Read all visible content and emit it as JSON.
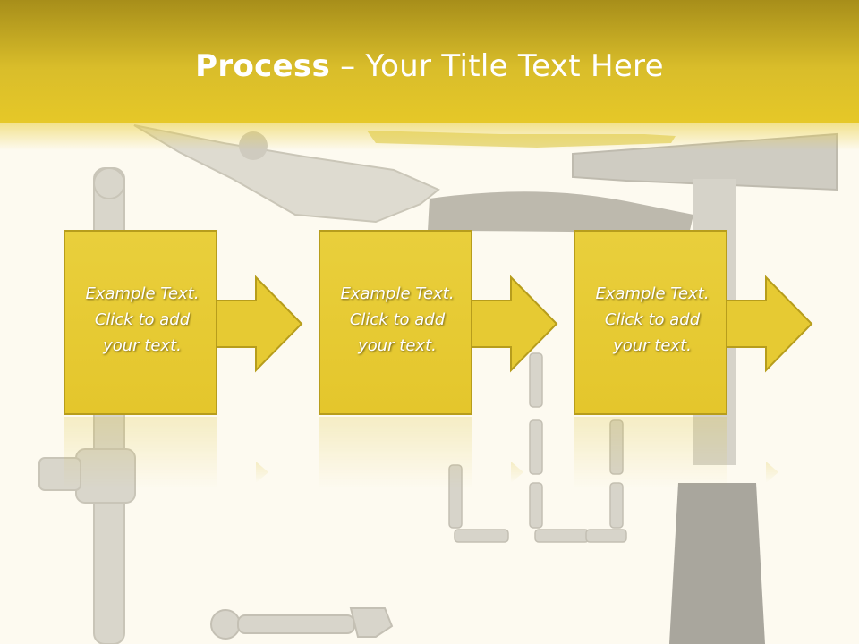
{
  "slide": {
    "title_bold": "Process",
    "title_rest": " – Your Title Text Here"
  },
  "steps": [
    {
      "line1": "Example Text.",
      "line2": "Click  to add",
      "line3": "your text."
    },
    {
      "line1": "Example Text.",
      "line2": "Click  to add",
      "line3": "your text."
    },
    {
      "line1": "Example Text.",
      "line2": "Click  to add",
      "line3": "your text."
    }
  ],
  "colors": {
    "header_top": "#a78e1a",
    "header_bottom": "#e6c828",
    "box_fill": "#e6ca33",
    "box_border": "#b79d1c",
    "background": "#fdfaf0"
  },
  "icons": [
    "wrench-icon",
    "pliers-icon",
    "hammer-icon",
    "screwdriver-bit-icon",
    "socket-wrench-icon"
  ]
}
